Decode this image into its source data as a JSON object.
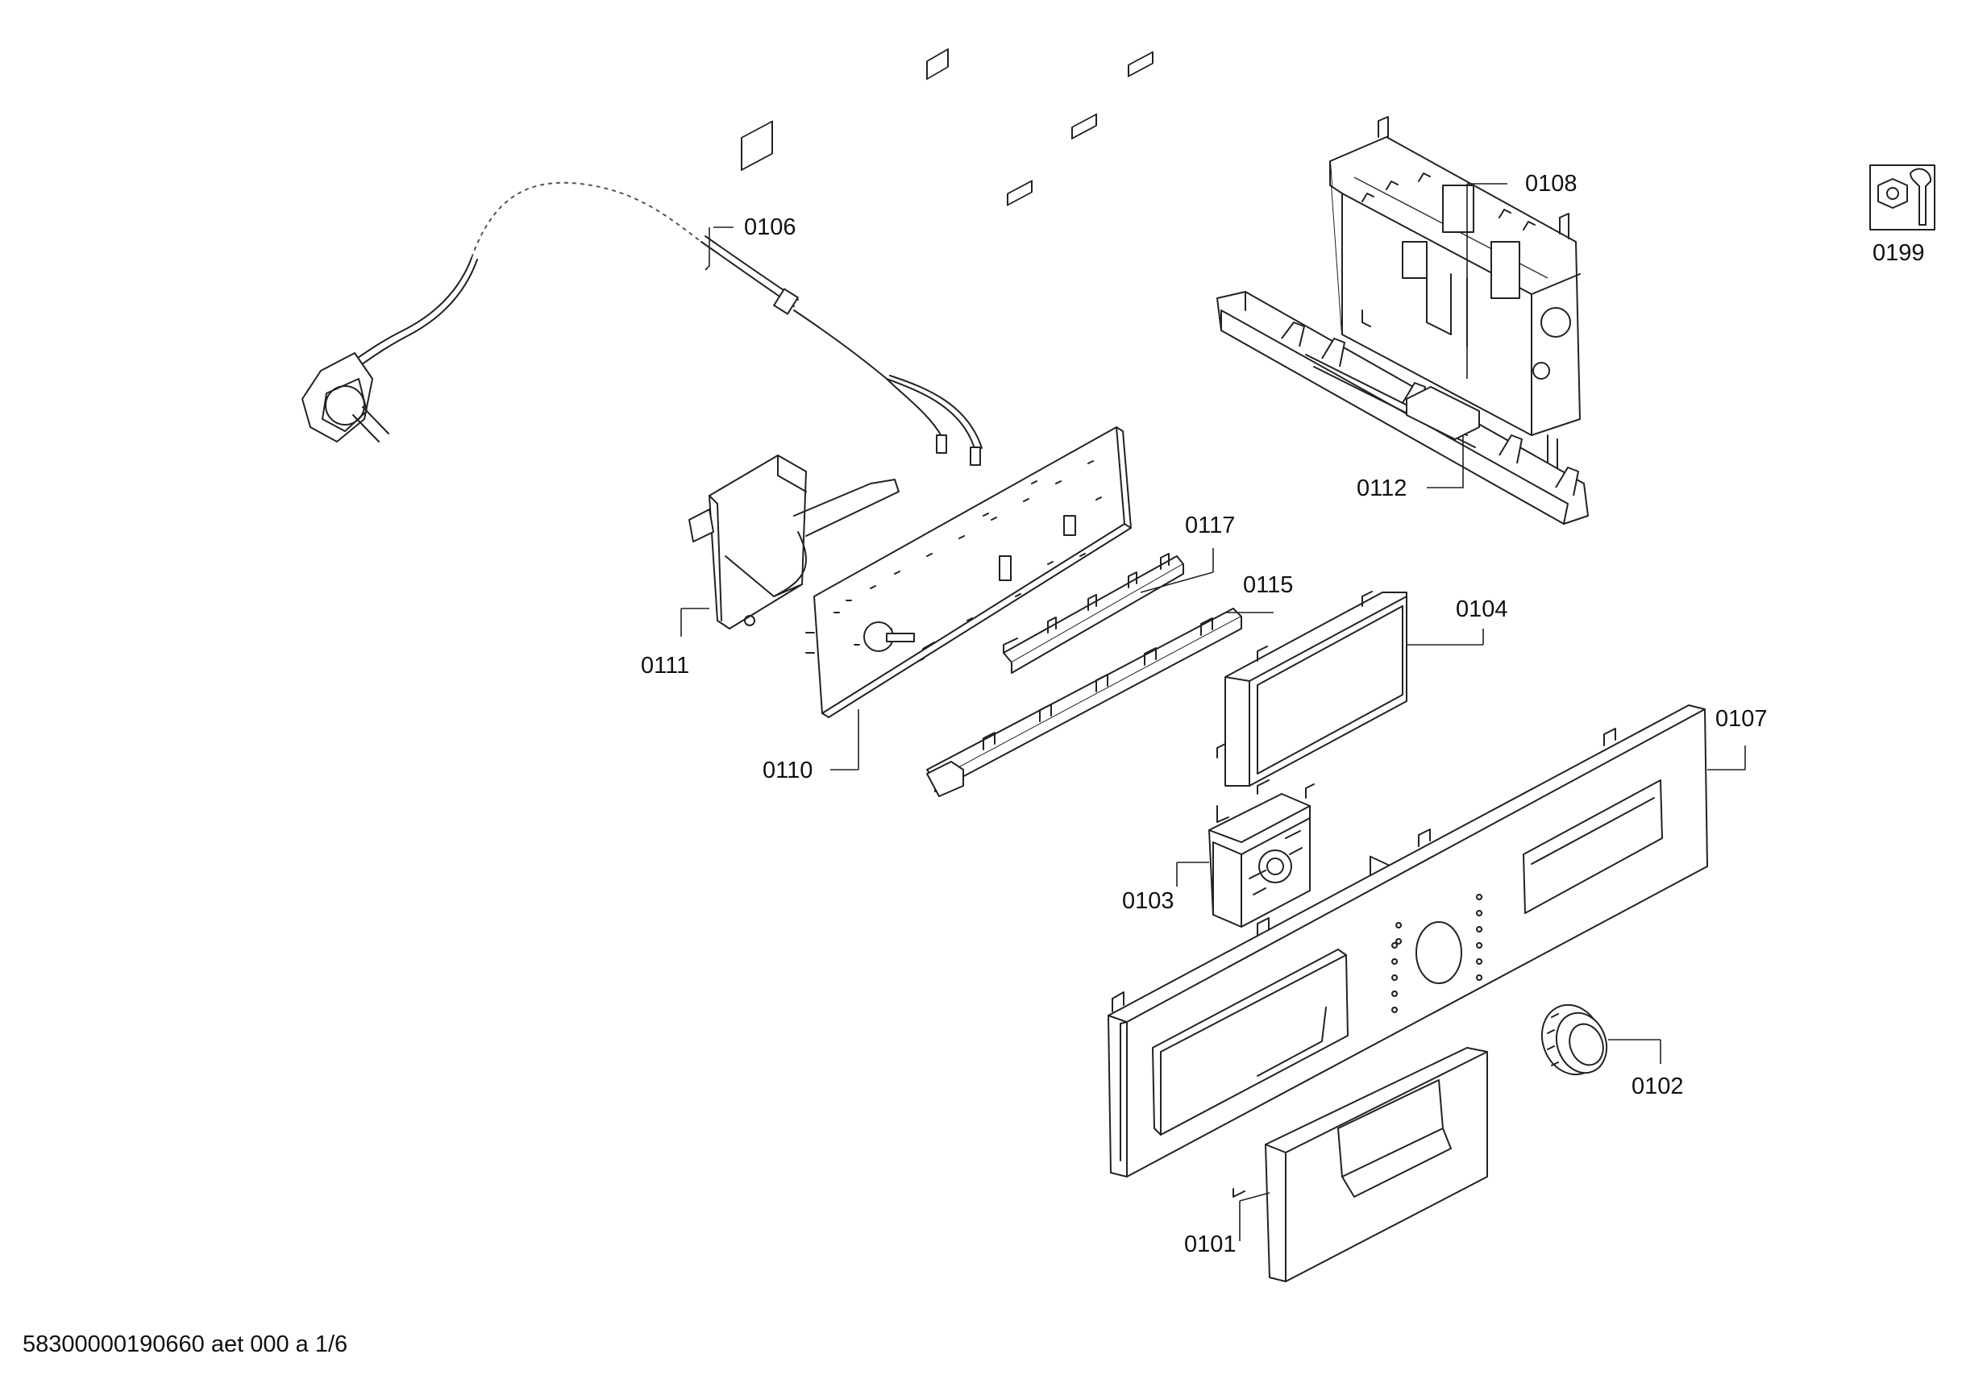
{
  "labels": {
    "p0101": "0101",
    "p0102": "0102",
    "p0103": "0103",
    "p0104": "0104",
    "p0106": "0106",
    "p0107": "0107",
    "p0108": "0108",
    "p0110": "0110",
    "p0111": "0111",
    "p0112": "0112",
    "p0115": "0115",
    "p0117": "0117",
    "p0199": "0199"
  },
  "footer": "58300000190660 aet 000 a 1/6",
  "icons": {
    "service": "service-kit-icon"
  }
}
